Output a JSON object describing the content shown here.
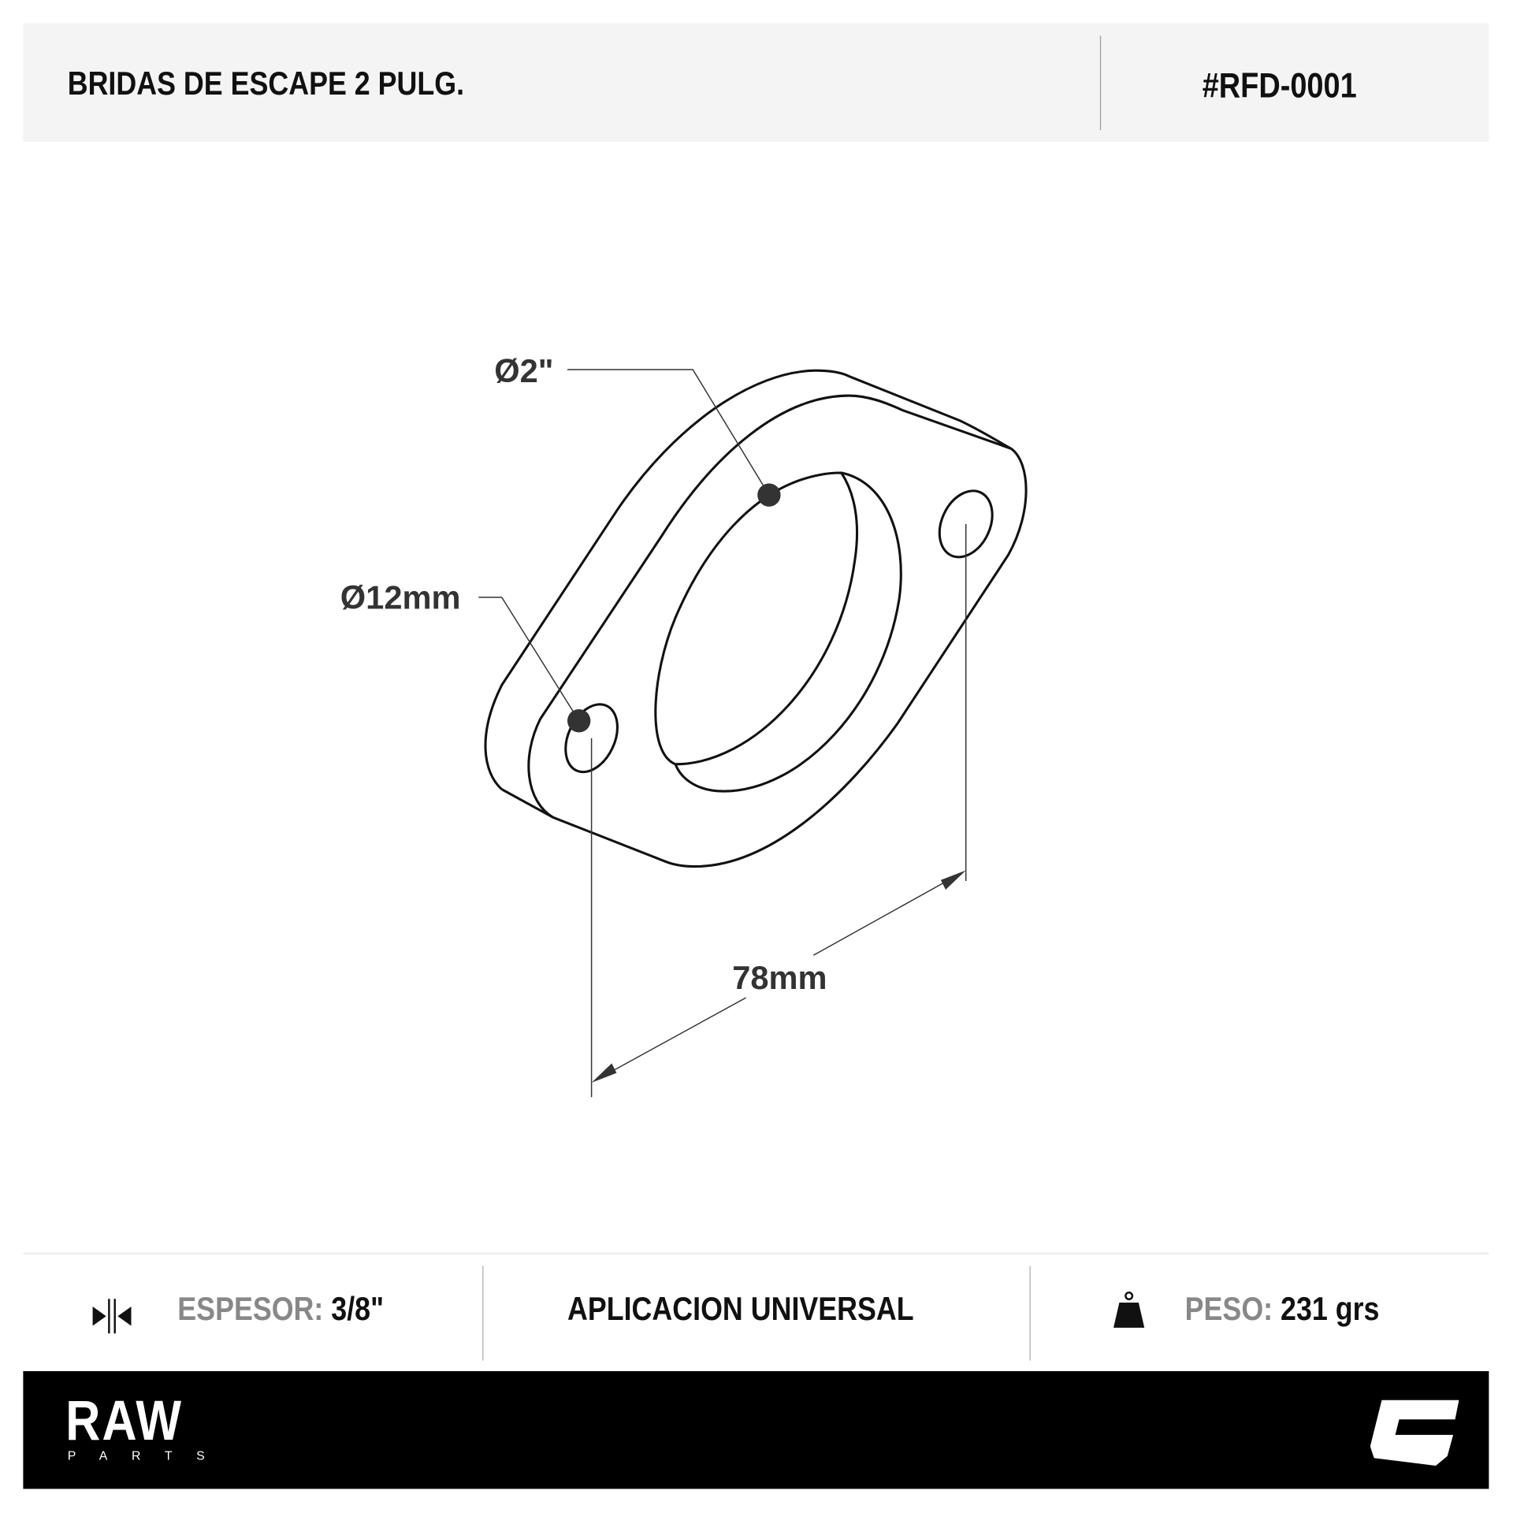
{
  "header": {
    "title": "BRIDAS DE ESCAPE 2 PULG.",
    "code": "#RFD-0001"
  },
  "drawing": {
    "labels": {
      "bore": "Ø2\"",
      "bolt_hole": "Ø12mm",
      "bolt_spacing": "78mm"
    }
  },
  "specs": {
    "thickness_label": "ESPESOR:",
    "thickness_value": "3/8\"",
    "application": "APLICACION UNIVERSAL",
    "weight_label": "PESO:",
    "weight_value": "231 grs"
  },
  "footer": {
    "brand": "RAW",
    "brand_sub": "PARTS",
    "logo_mark": "C"
  },
  "colors": {
    "header_bg": "#f4f4f4",
    "footer_bg": "#000000",
    "label_gray": "#888888",
    "ink": "#111111"
  }
}
